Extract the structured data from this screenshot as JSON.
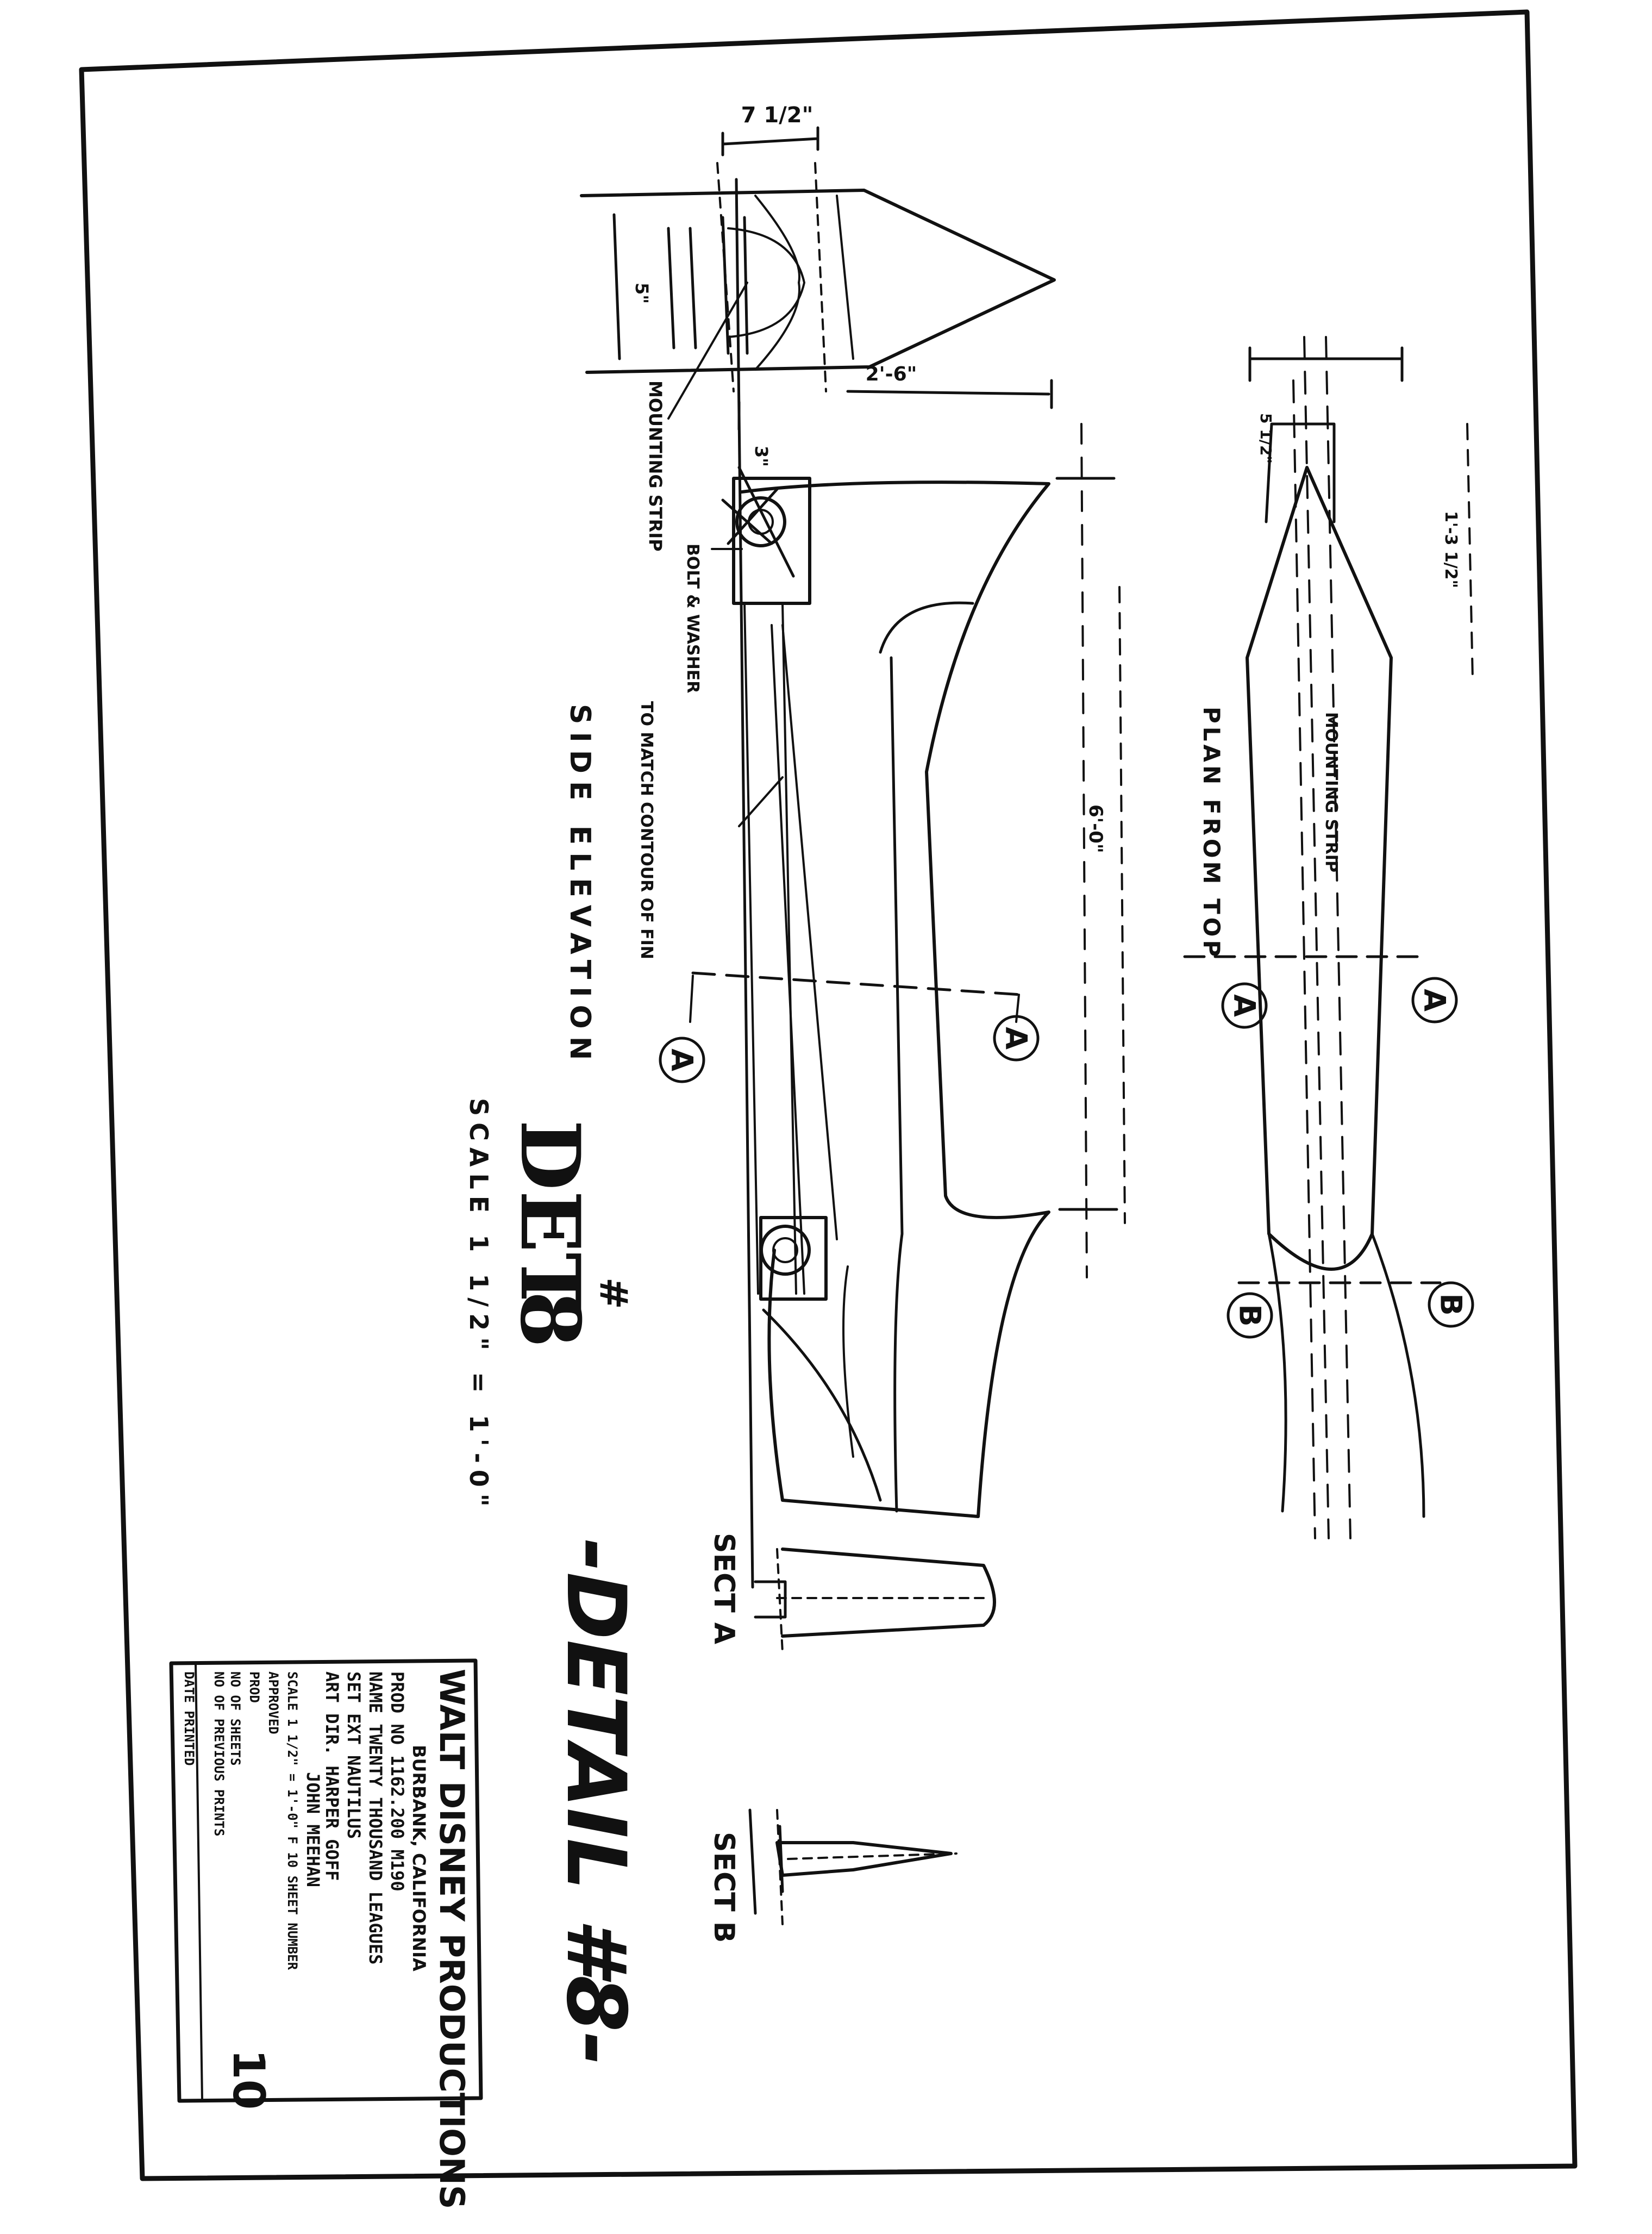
{
  "side_elevation": {
    "dim_top": "7 1/2\"",
    "dim_mid": "2'-6\"",
    "dim_small_1": "5\"",
    "dim_small_2": "3\"",
    "mounting_strip": "MOUNTING STRIP",
    "bolt_washer": "BOLT & WASHER",
    "match_contour": "TO MATCH CONTOUR OF FIN",
    "title": "SIDE ELEVATION",
    "section_a_left": "A",
    "section_a_right": "A"
  },
  "plan": {
    "title": "PLAN FROM TOP",
    "mounting_strip": "MOUNTING STRIP",
    "dim_span": "6'-0\"",
    "dim_side": "1'-3 1/2\"",
    "dim_small": "5 1/2\"",
    "section_a_left": "A",
    "section_a_right": "A",
    "section_b_left": "B",
    "section_b_right": "B"
  },
  "detail": {
    "title": "DET",
    "number_sup": "#",
    "number": "8",
    "scale": "SCALE  1 1/2\" = 1'-0\""
  },
  "sections": {
    "sect_a": "SECT A",
    "sect_b": "SECT B"
  },
  "handwritten_title": "-DETAIL #8-",
  "title_block": {
    "company": "WALT DISNEY PRODUCTIONS",
    "location": "BURBANK, CALIFORNIA",
    "prod_no": "PROD NO 1162.200   M190",
    "name": "NAME TWENTY THOUSAND LEAGUES",
    "set": "SET  EXT NAUTILUS",
    "art_director": "ART DIR.   HARPER GOFF",
    "designer": "JOHN MEEHAN",
    "scale_line": "SCALE 1 1/2\" = 1'-0\"   F 10  SHEET NUMBER",
    "approved": "APPROVED",
    "prod": "PROD",
    "no_of_sheets": "NO OF SHEETS",
    "no_of_previous": "NO OF PREVIOUS PRINTS",
    "date_printed": "DATE PRINTED",
    "sheet_number": "10"
  }
}
